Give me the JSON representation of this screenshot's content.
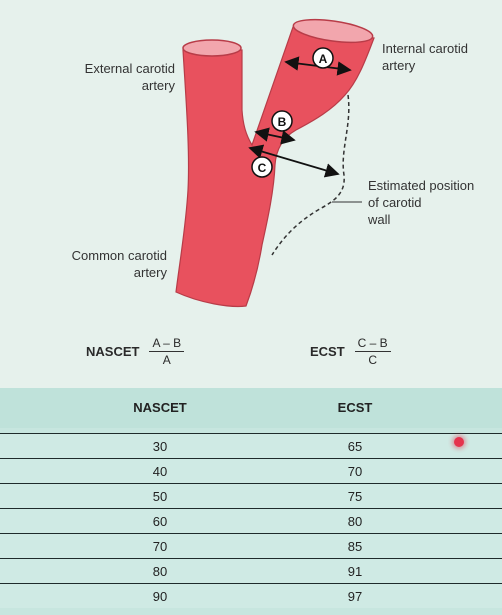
{
  "labels": {
    "external": "External carotid\nartery",
    "internal": "Internal carotid\nartery",
    "estimated": "Estimated position\nof carotid\nwall",
    "common": "Common carotid\nartery"
  },
  "markers": {
    "a": "A",
    "b": "B",
    "c": "C"
  },
  "formulas": {
    "nascet": {
      "name": "NASCET",
      "numerator": "A – B",
      "denominator": "A"
    },
    "ecst": {
      "name": "ECST",
      "numerator": "C – B",
      "denominator": "C"
    }
  },
  "table": {
    "headers": [
      "NASCET",
      "ECST"
    ],
    "rows": [
      [
        "30",
        "65"
      ],
      [
        "40",
        "70"
      ],
      [
        "50",
        "75"
      ],
      [
        "60",
        "80"
      ],
      [
        "70",
        "85"
      ],
      [
        "80",
        "91"
      ],
      [
        "90",
        "97"
      ]
    ]
  },
  "colors": {
    "artery": "#e8515e",
    "artery_outline": "#b83c48",
    "lumen": "#f2a6ad",
    "background": "#e6f1ec",
    "table_bg": "#c7e6df"
  }
}
